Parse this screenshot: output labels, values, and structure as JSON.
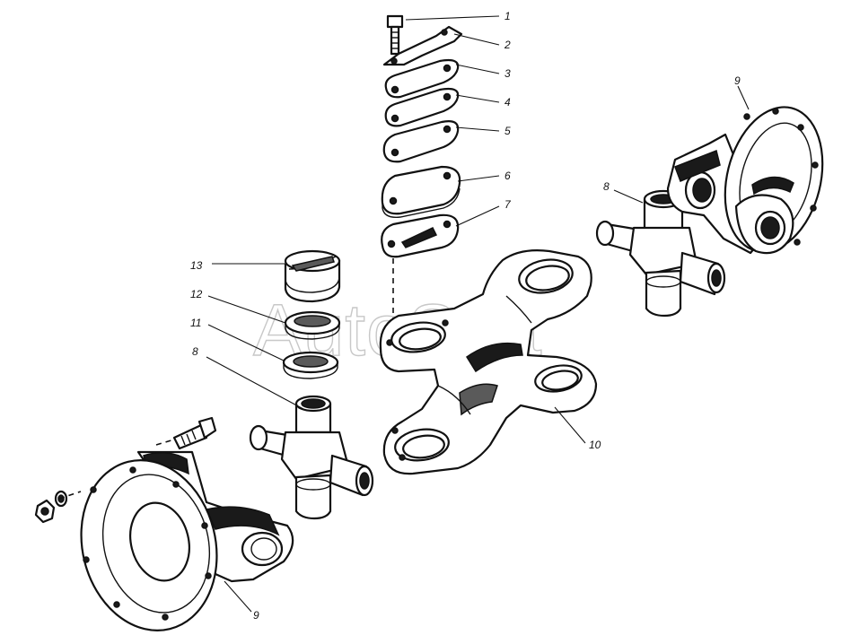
{
  "watermark": "AutoSoft",
  "callouts": [
    {
      "id": "c1",
      "label": "1"
    },
    {
      "id": "c2",
      "label": "2"
    },
    {
      "id": "c3",
      "label": "3"
    },
    {
      "id": "c4",
      "label": "4"
    },
    {
      "id": "c5",
      "label": "5"
    },
    {
      "id": "c6",
      "label": "6"
    },
    {
      "id": "c7",
      "label": "7"
    },
    {
      "id": "c8a",
      "label": "8"
    },
    {
      "id": "c8b",
      "label": "8"
    },
    {
      "id": "c9a",
      "label": "9"
    },
    {
      "id": "c9b",
      "label": "9"
    },
    {
      "id": "c10",
      "label": "10"
    },
    {
      "id": "c11",
      "label": "11"
    },
    {
      "id": "c12",
      "label": "12"
    },
    {
      "id": "c13",
      "label": "13"
    }
  ]
}
